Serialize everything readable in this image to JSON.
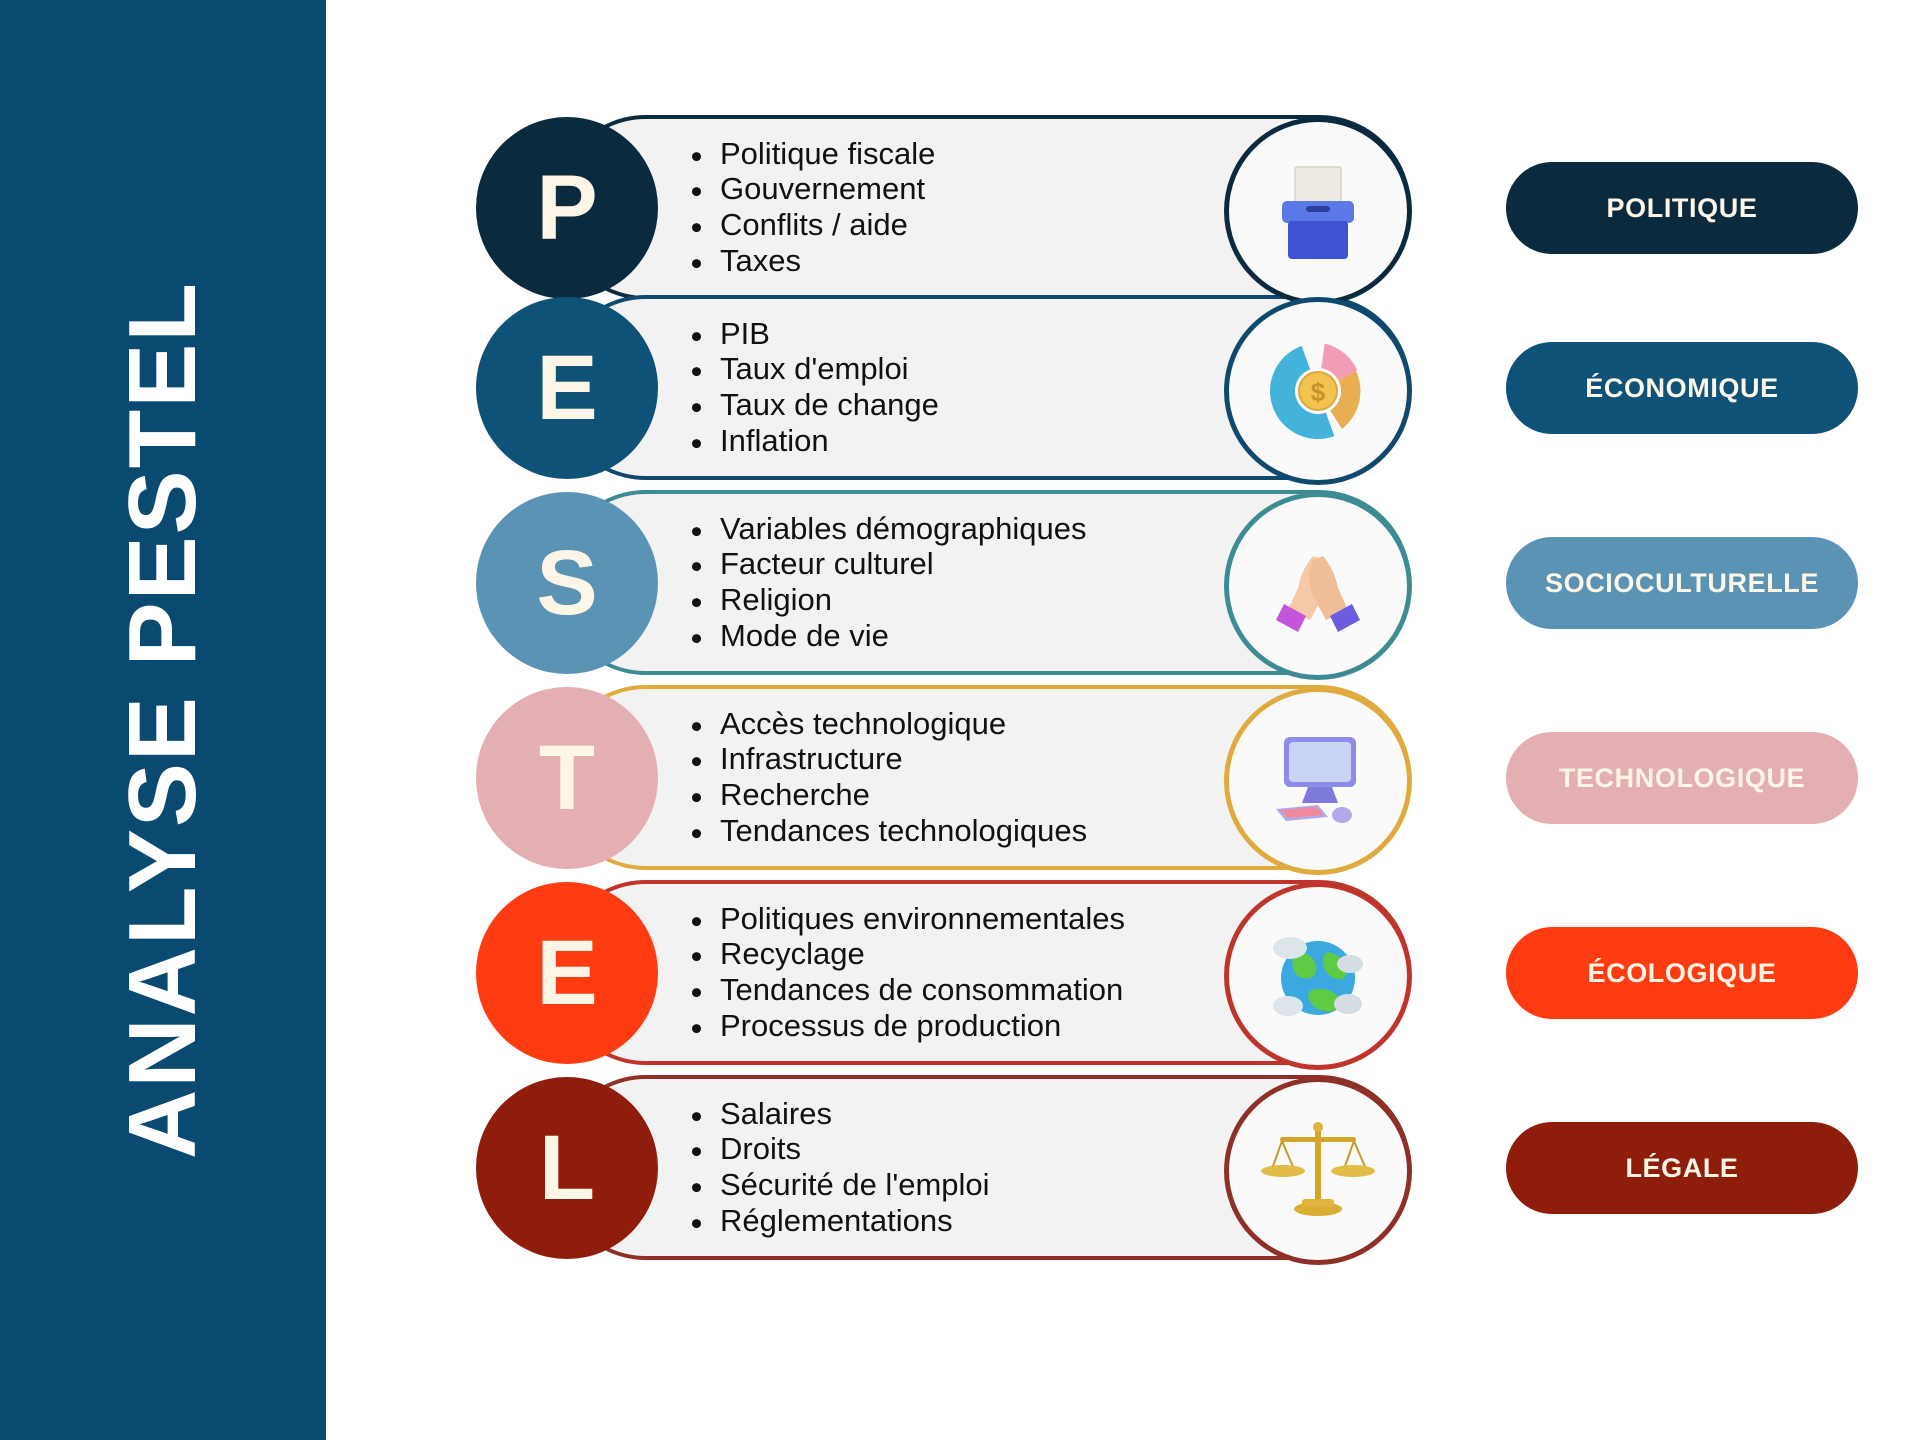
{
  "sidebar": {
    "title": "ANALYSE PESTEL",
    "background": "#0B4A70"
  },
  "rows": [
    {
      "letter": "P",
      "pill_label": "POLITIQUE",
      "color": "#0B2A3E",
      "ring_color": "#0B2A3E",
      "icon": "ballot-box-icon",
      "items": [
        "Politique fiscale",
        "Gouvernement",
        "Conflits / aide",
        "Taxes"
      ]
    },
    {
      "letter": "E",
      "pill_label": "ÉCONOMIQUE",
      "color": "#0F5277",
      "ring_color": "#0F4A6E",
      "icon": "pie-chart-money-icon",
      "items": [
        "PIB",
        "Taux d'emploi",
        "Taux de change",
        "Inflation"
      ]
    },
    {
      "letter": "S",
      "pill_label": "SOCIOCULTURELLE",
      "color": "#5A93B4",
      "ring_color": "#3E8C93",
      "icon": "clapping-hands-icon",
      "items": [
        "Variables démographiques",
        "Facteur culturel",
        "Religion",
        "Mode de vie"
      ]
    },
    {
      "letter": "T",
      "pill_label": "TECHNOLOGIQUE",
      "color": "#E3AFB2",
      "ring_color": "#E0AA3E",
      "icon": "desktop-computer-icon",
      "items": [
        "Accès technologique",
        "Infrastructure",
        "Recherche",
        "Tendances technologiques"
      ]
    },
    {
      "letter": "E",
      "pill_label": "ÉCOLOGIQUE",
      "color": "#FF3B11",
      "ring_color": "#C0352A",
      "icon": "earth-globe-icon",
      "items": [
        "Politiques environnementales",
        "Recyclage",
        "Tendances de consommation",
        "Processus de production"
      ]
    },
    {
      "letter": "L",
      "pill_label": "LÉGALE",
      "color": "#8F1D0C",
      "ring_color": "#8F3028",
      "icon": "balance-scales-icon",
      "items": [
        "Salaires",
        "Droits",
        "Sécurité de l'emploi",
        "Réglementations"
      ]
    }
  ]
}
